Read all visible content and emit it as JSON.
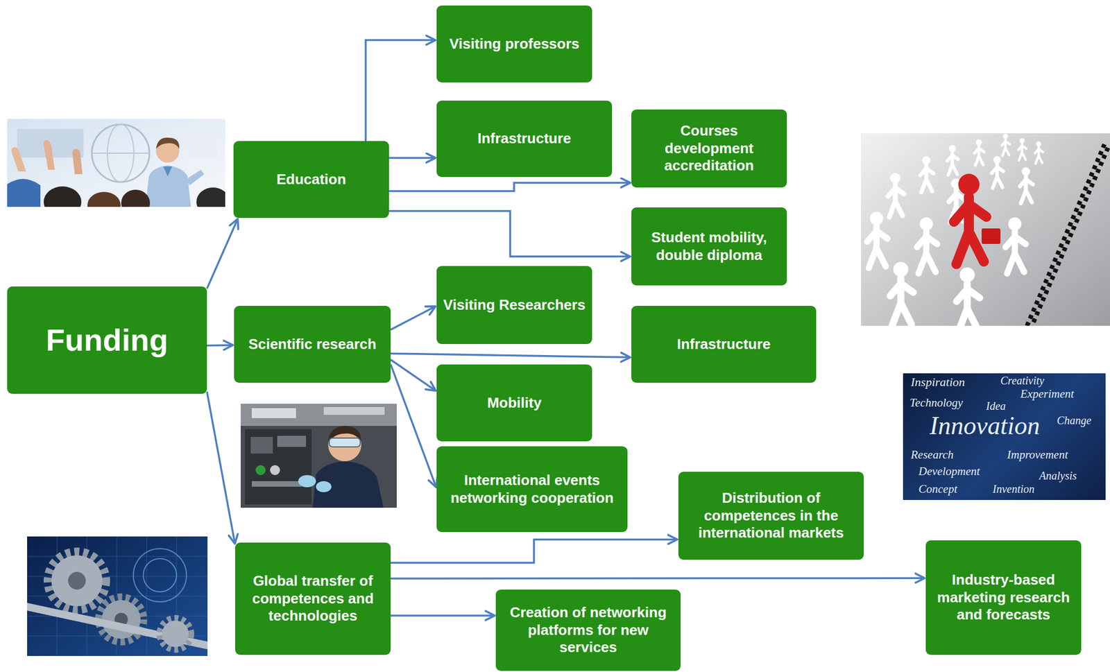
{
  "diagram": {
    "nodes": [
      {
        "text": [
          "Funding"
        ]
      },
      {
        "text": [
          "Education"
        ]
      },
      {
        "text": [
          "Visiting professors"
        ]
      },
      {
        "text": [
          "Infrastructure"
        ]
      },
      {
        "text": [
          "Courses development accreditation"
        ]
      },
      {
        "text": [
          "Student mobility, double diploma"
        ]
      },
      {
        "text": [
          "Scientific research"
        ]
      },
      {
        "text": [
          "Visiting Researchers"
        ]
      },
      {
        "text": [
          "Infrastructure"
        ]
      },
      {
        "text": [
          "Mobility"
        ]
      },
      {
        "text": [
          "International events networking cooperation"
        ]
      },
      {
        "text": [
          "Global transfer of competences and technologies"
        ]
      },
      {
        "text": [
          "Distribution of competences in the international markets"
        ]
      },
      {
        "text": [
          "Creation of networking platforms for new services"
        ]
      },
      {
        "text": [
          "Industry-based marketing research and forecasts"
        ]
      }
    ],
    "edges": [
      {
        "from": 0,
        "to": 1,
        "arrow": "to"
      },
      {
        "from": 0,
        "to": 6,
        "arrow": "to"
      },
      {
        "from": 0,
        "to": 11,
        "arrow": "to"
      },
      {
        "from": 1,
        "to": 2,
        "arrow": "to"
      },
      {
        "from": 1,
        "to": 3,
        "arrow": "to"
      },
      {
        "from": 1,
        "to": 4,
        "arrow": "to"
      },
      {
        "from": 1,
        "to": 5,
        "arrow": "to"
      },
      {
        "from": 6,
        "to": 7,
        "arrow": "to"
      },
      {
        "from": 6,
        "to": 8,
        "arrow": "to"
      },
      {
        "from": 6,
        "to": 9,
        "arrow": "to"
      },
      {
        "from": 6,
        "to": 10,
        "arrow": "to"
      },
      {
        "from": 11,
        "to": 12,
        "arrow": "to"
      },
      {
        "from": 11,
        "to": 14,
        "arrow": "to"
      },
      {
        "from": 11,
        "to": 13,
        "arrow": "to"
      }
    ],
    "labels": [
      "Inspiration",
      "Creativity",
      "Experiment",
      "Technology",
      "Idea",
      "Change",
      "Innovation",
      "Research",
      "Improvement",
      "Development",
      "Analysis",
      "Concept",
      "Invention"
    ]
  }
}
